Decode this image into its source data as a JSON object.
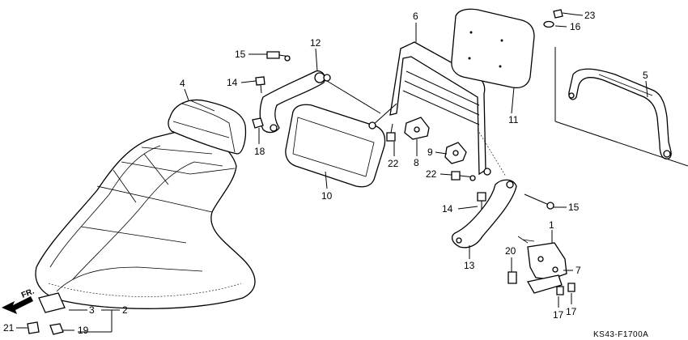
{
  "diagram": {
    "reference_code": "KS43-F1700A",
    "front_indicator": "FR.",
    "callouts": [
      {
        "id": "c1",
        "label": "1"
      },
      {
        "id": "c2",
        "label": "2"
      },
      {
        "id": "c3",
        "label": "3"
      },
      {
        "id": "c4",
        "label": "4"
      },
      {
        "id": "c5",
        "label": "5"
      },
      {
        "id": "c6",
        "label": "6"
      },
      {
        "id": "c7",
        "label": "7"
      },
      {
        "id": "c8",
        "label": "8"
      },
      {
        "id": "c9",
        "label": "9"
      },
      {
        "id": "c10",
        "label": "10"
      },
      {
        "id": "c11",
        "label": "11"
      },
      {
        "id": "c12",
        "label": "12"
      },
      {
        "id": "c13",
        "label": "13"
      },
      {
        "id": "c14a",
        "label": "14"
      },
      {
        "id": "c14b",
        "label": "14"
      },
      {
        "id": "c15a",
        "label": "15"
      },
      {
        "id": "c15b",
        "label": "15"
      },
      {
        "id": "c16",
        "label": "16"
      },
      {
        "id": "c17a",
        "label": "17"
      },
      {
        "id": "c17b",
        "label": "17"
      },
      {
        "id": "c18",
        "label": "18"
      },
      {
        "id": "c19",
        "label": "19"
      },
      {
        "id": "c20",
        "label": "20"
      },
      {
        "id": "c21",
        "label": "21"
      },
      {
        "id": "c22a",
        "label": "22"
      },
      {
        "id": "c22b",
        "label": "22"
      },
      {
        "id": "c23",
        "label": "23"
      }
    ]
  }
}
